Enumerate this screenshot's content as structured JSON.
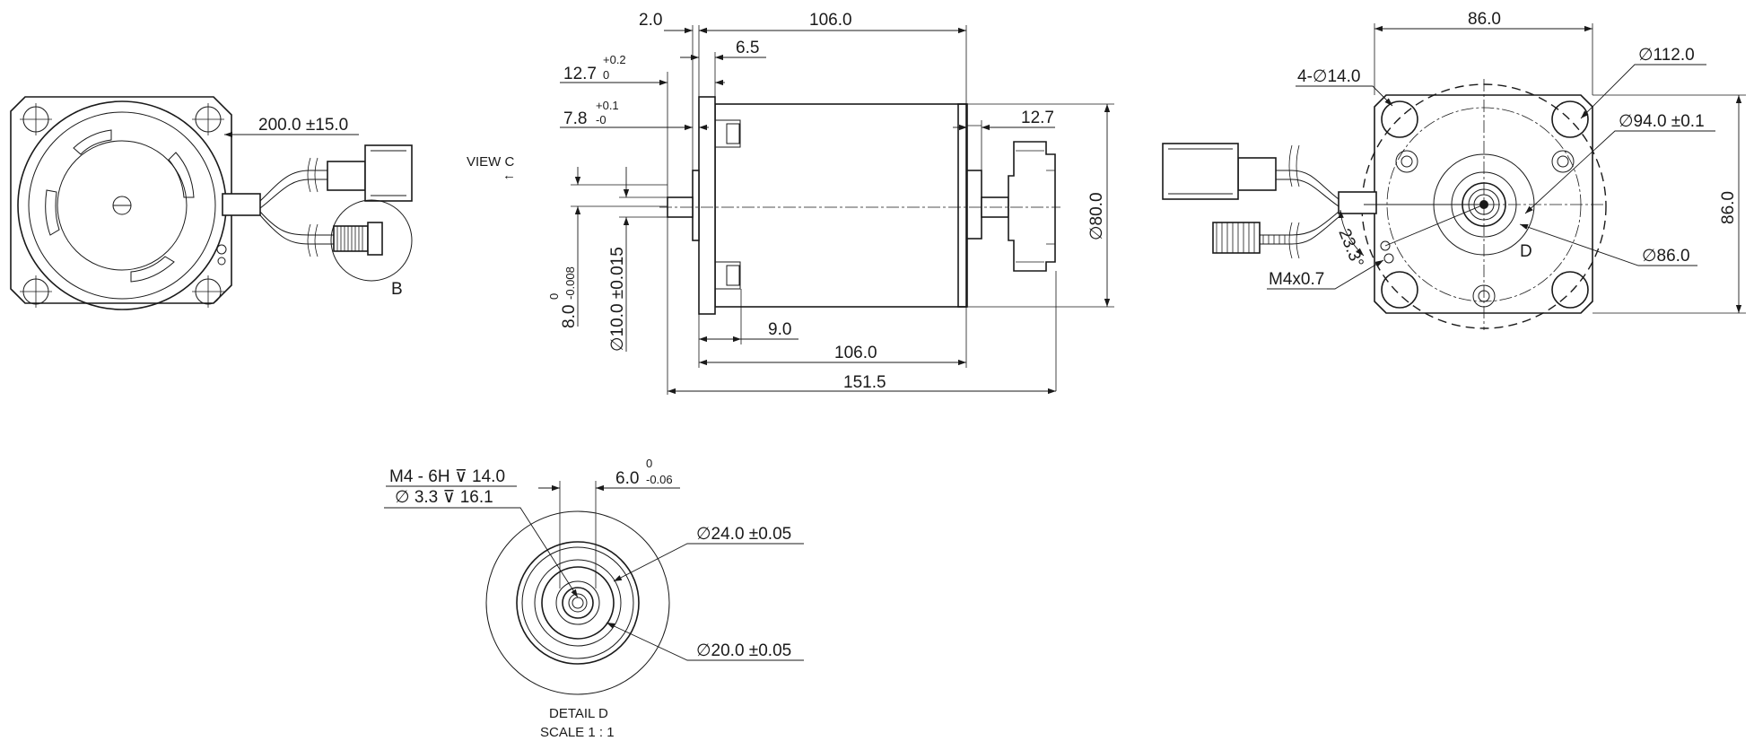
{
  "front_view": {
    "cable_length": "200.0 ±15.0",
    "detail_label": "B",
    "view_label": "VIEW C",
    "view_arrow": "←"
  },
  "side_view": {
    "flange_thickness": "2.0",
    "body_length_top": "106.0",
    "boss_length": "6.5",
    "pilot_depth": "12.7",
    "pilot_depth_tol": "+0.2",
    "pilot_depth_tol_low": "0",
    "shaft_length": "7.8",
    "shaft_length_tol": "+0.1",
    "shaft_length_tol_low": "-0",
    "rear_boss": "12.7",
    "body_diameter": "∅80.0",
    "flat_height": "8.0",
    "flat_tol_top": "0",
    "flat_tol_low": "-0.008",
    "shaft_diameter": "∅10.0 ±0.015",
    "flange_offset": "9.0",
    "body_length_bottom": "106.0",
    "overall_length": "151.5"
  },
  "rear_view": {
    "width": "86.0",
    "height": "86.0",
    "mount_holes": "4-∅14.0",
    "outer_diameter": "∅112.0",
    "pitch_diameter": "∅94.0 ±0.1",
    "inner_diameter": "∅86.0",
    "angle": "23.3°",
    "screw": "M4x0.7",
    "detail_label": "D"
  },
  "detail_d": {
    "thread_line1": "M4 - 6H ⊽ 14.0",
    "thread_line2": "∅ 3.3 ⊽ 16.1",
    "key_width": "6.0",
    "key_tol_top": "0",
    "key_tol_low": "-0.06",
    "outer_diameter": "∅24.0 ±0.05",
    "inner_diameter": "∅20.0 ±0.05",
    "title": "DETAIL D",
    "scale": "SCALE 1 : 1"
  }
}
